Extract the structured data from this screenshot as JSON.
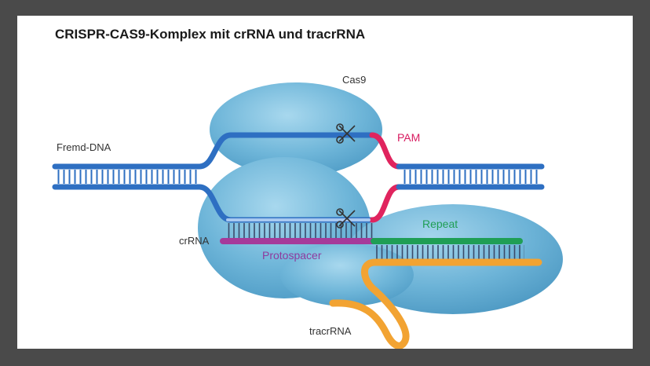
{
  "title": "CRISPR-CAS9-Komplex mit crRNA und tracrRNA",
  "labels": {
    "cas9": "Cas9",
    "pam": "PAM",
    "fremd_dna": "Fremd-DNA",
    "crrna": "crRNA",
    "protospacer": "Protospacer",
    "repeat": "Repeat",
    "tracrrna": "tracrRNA"
  },
  "colors": {
    "background_frame": "#4a4a4a",
    "panel": "#ffffff",
    "cas9_protein": "#6fb6d9",
    "dna_strand": "#2e6fc2",
    "pam": "#e0245e",
    "crrna_protospacer": "#a63a9a",
    "crrna_repeat": "#1f9e55",
    "tracrrna": "#f2a332",
    "label_pam": "#d81b60",
    "label_repeat": "#1f9e55",
    "label_protospacer": "#8e3a9e",
    "label_default": "#333333"
  },
  "icons": [
    "scissors-icon-top",
    "scissors-icon-bottom"
  ]
}
